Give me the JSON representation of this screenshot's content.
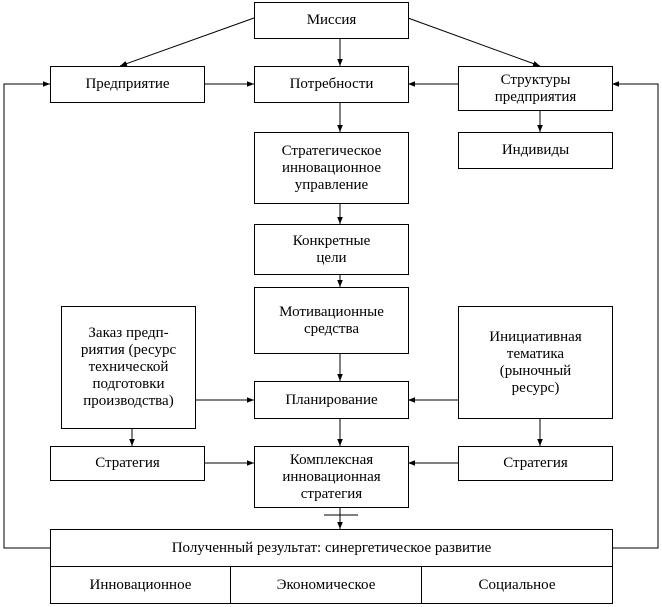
{
  "colors": {
    "line": "#000000",
    "background": "#ffffff"
  },
  "nodes": {
    "mission": "Миссия",
    "enterprise": "Предприятие",
    "needs": "Потребности",
    "structures": "Структуры\nпредприятия",
    "strategic_management": "Стратегическое\nинновационное\nуправление",
    "individuals": "Индивиды",
    "specific_goals": "Конкретные\nцели",
    "motivational_means": "Мотивационные\nсредства",
    "enterprise_order": "Заказ предп-\nриятия (ресурс\nтехнической\nподготовки\nпроизводства)",
    "initiative_topics": "Инициативная\nтематика\n(рыночный\nресурс)",
    "planning": "Планирование",
    "strategy_left": "Стратегия",
    "complex_strategy": "Комплексная\nинновационная\nстратегия",
    "strategy_right": "Стратегия",
    "result": "Полученный результат: синергетическое развитие",
    "innovative": "Инновационное",
    "economic": "Экономическое",
    "social": "Социальное"
  }
}
